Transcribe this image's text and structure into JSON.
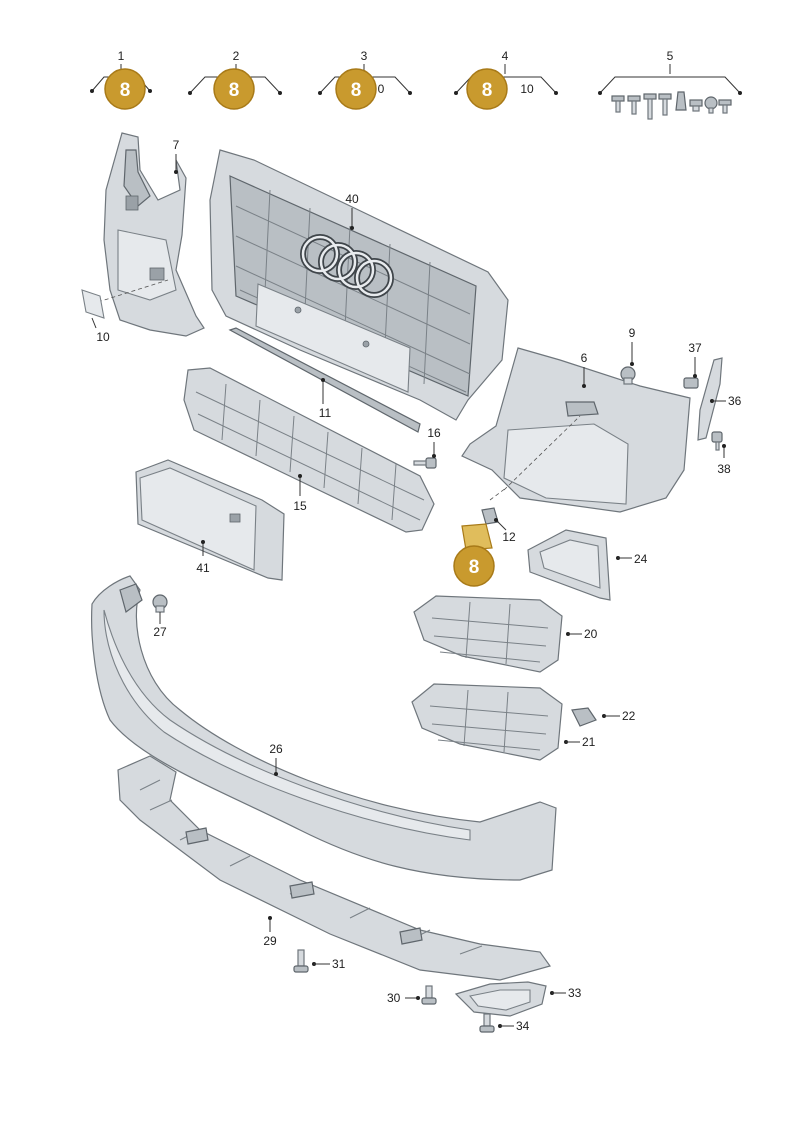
{
  "badge": {
    "text": "8",
    "fill": "#c99a2e",
    "stroke": "#a87a18"
  },
  "top_groups": [
    {
      "number": "1",
      "extra": ""
    },
    {
      "number": "2",
      "extra": ""
    },
    {
      "number": "3",
      "extra": "0"
    },
    {
      "number": "4",
      "extra": "10"
    },
    {
      "number": "5",
      "extra": ""
    }
  ],
  "callouts": [
    "7",
    "40",
    "10",
    "11",
    "9",
    "6",
    "37",
    "36",
    "16",
    "38",
    "15",
    "12",
    "41",
    "24",
    "27",
    "20",
    "22",
    "21",
    "26",
    "29",
    "31",
    "30",
    "33",
    "34"
  ],
  "colors": {
    "part": "#d6dade",
    "outline": "#6f767c",
    "text": "#222222"
  }
}
